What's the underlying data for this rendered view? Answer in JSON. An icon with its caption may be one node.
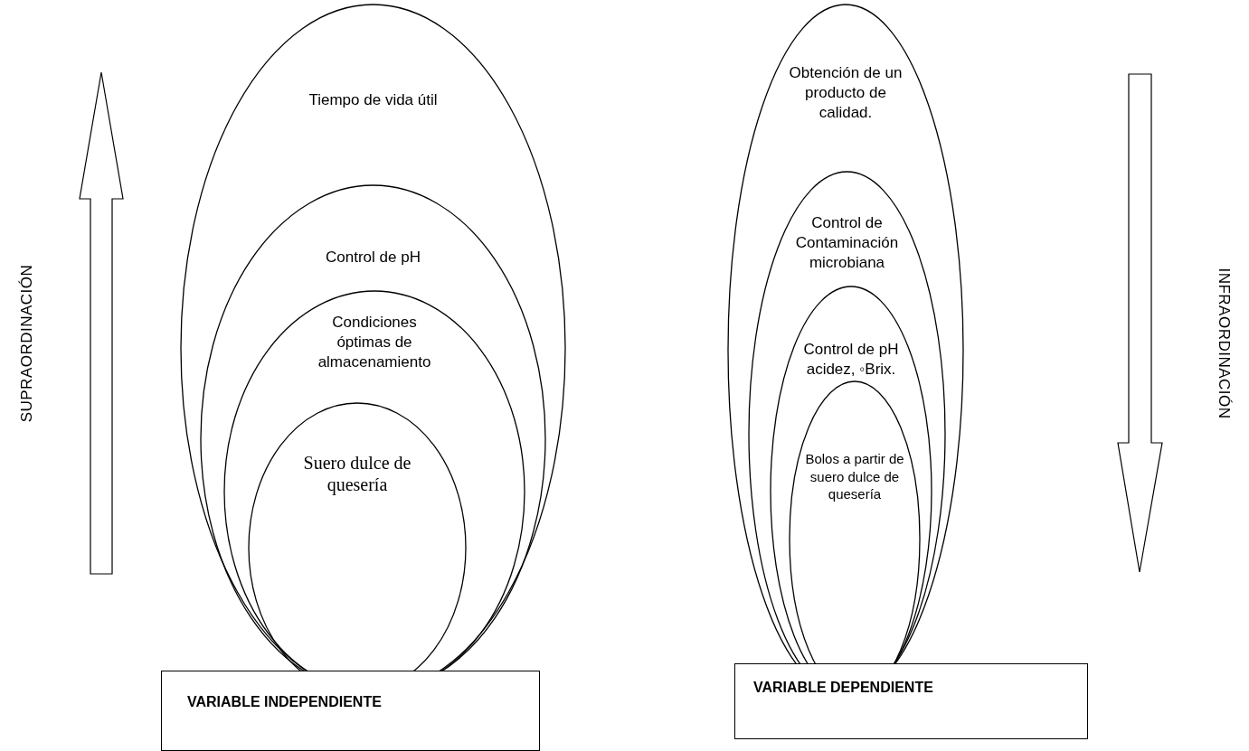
{
  "diagram": {
    "nodes": [
      {
        "text": [
          "Tiempo de vida útil"
        ]
      },
      {
        "text": [
          "Control de pH"
        ],
        "in": 0
      },
      {
        "text": [
          "Condiciones óptimas de almacenamiento"
        ],
        "in": 1
      },
      {
        "text": [
          "Suero dulce de quesería"
        ],
        "in": 2
      },
      {
        "text": [
          "Obtención de un producto de calidad."
        ]
      },
      {
        "text": [
          "Control de Contaminación microbiana"
        ],
        "in": 4
      },
      {
        "text": [
          "Control de pH acidez, ◦Brix."
        ],
        "in": 5
      },
      {
        "text": [
          "Bolos a partir de suero dulce de quesería"
        ],
        "in": 6
      },
      {
        "text": [
          "VARIABLE INDEPENDIENTE"
        ]
      },
      {
        "text": [
          "VARIABLE DEPENDIENTE"
        ]
      }
    ],
    "labels": [
      "SUPRAORDINACIÓN",
      "INFRAORDINACIÓN"
    ]
  }
}
